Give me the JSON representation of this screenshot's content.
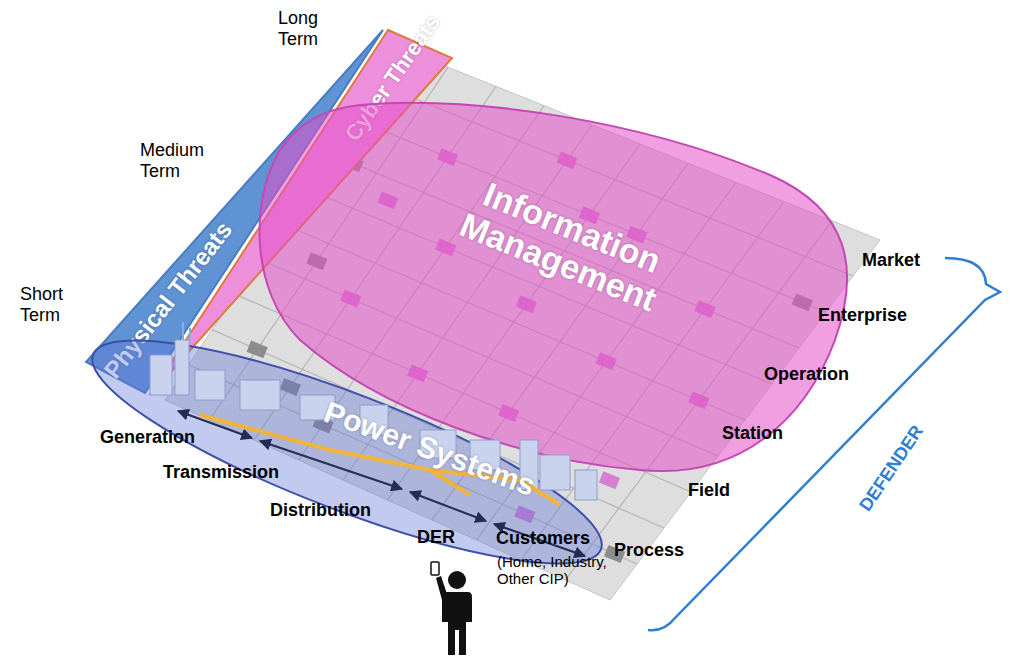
{
  "diagram": {
    "nodes": [
      {
        "text": [
          "Physical Threats"
        ]
      },
      {
        "text": [
          "Cyber Threats"
        ]
      },
      {
        "text": [
          "Information Management"
        ]
      },
      {
        "text": [
          "Power Systems"
        ]
      }
    ],
    "labels": [
      "Long Term",
      "Medium Term",
      "Short Term",
      "Market",
      "Enterprise",
      "Operation",
      "Station",
      "Field",
      "Process",
      "Generation",
      "Transmission",
      "Distribution",
      "DER",
      "Customers",
      "(Home, Industry, Other CIP)",
      "DEFENDER"
    ]
  }
}
